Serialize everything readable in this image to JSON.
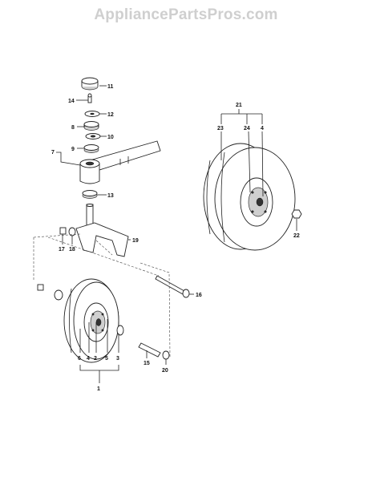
{
  "watermark": "AppliancePartsPros.com",
  "callouts": {
    "c1": "1",
    "c2": "2",
    "c3": "3",
    "c4a": "4",
    "c4b": "4",
    "c5": "5",
    "c6": "6",
    "c7": "7",
    "c8": "8",
    "c9": "9",
    "c10": "10",
    "c11": "11",
    "c12": "12",
    "c13": "13",
    "c14": "14",
    "c15": "15",
    "c16": "16",
    "c17": "17",
    "c18": "18",
    "c19": "19",
    "c20": "20",
    "c21": "21",
    "c22": "22",
    "c23": "23",
    "c24": "24"
  }
}
